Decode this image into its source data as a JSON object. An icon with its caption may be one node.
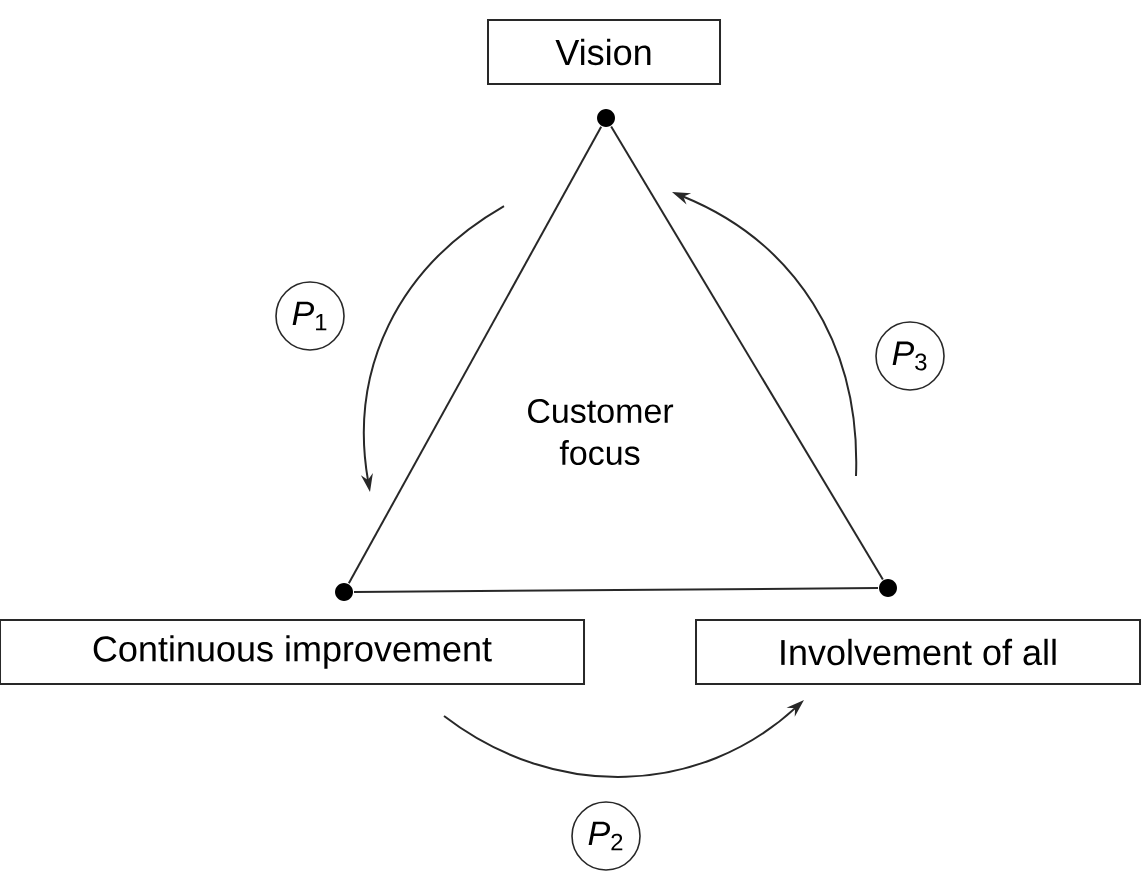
{
  "diagram": {
    "nodes": [
      {
        "text": [
          "Vision"
        ]
      },
      {
        "text": [
          "Continuous improvement"
        ]
      },
      {
        "text": [
          "Involvement of all"
        ]
      },
      {
        "text": [],
        "shape": "circle"
      },
      {
        "text": [],
        "shape": "circle"
      },
      {
        "text": [],
        "shape": "circle"
      },
      {
        "text": [
          "*P*$_{1}$"
        ]
      },
      {
        "text": [
          "*P*$_{3}$"
        ]
      },
      {
        "text": [
          "*P*$_{2}$"
        ]
      }
    ],
    "edges": [
      {
        "from": 3,
        "to": 4,
        "arrow": "none"
      },
      {
        "from": 4,
        "to": 5,
        "arrow": "none"
      },
      {
        "from": 5,
        "to": 3,
        "arrow": "none"
      }
    ],
    "labels": [
      "Customer focus"
    ]
  }
}
